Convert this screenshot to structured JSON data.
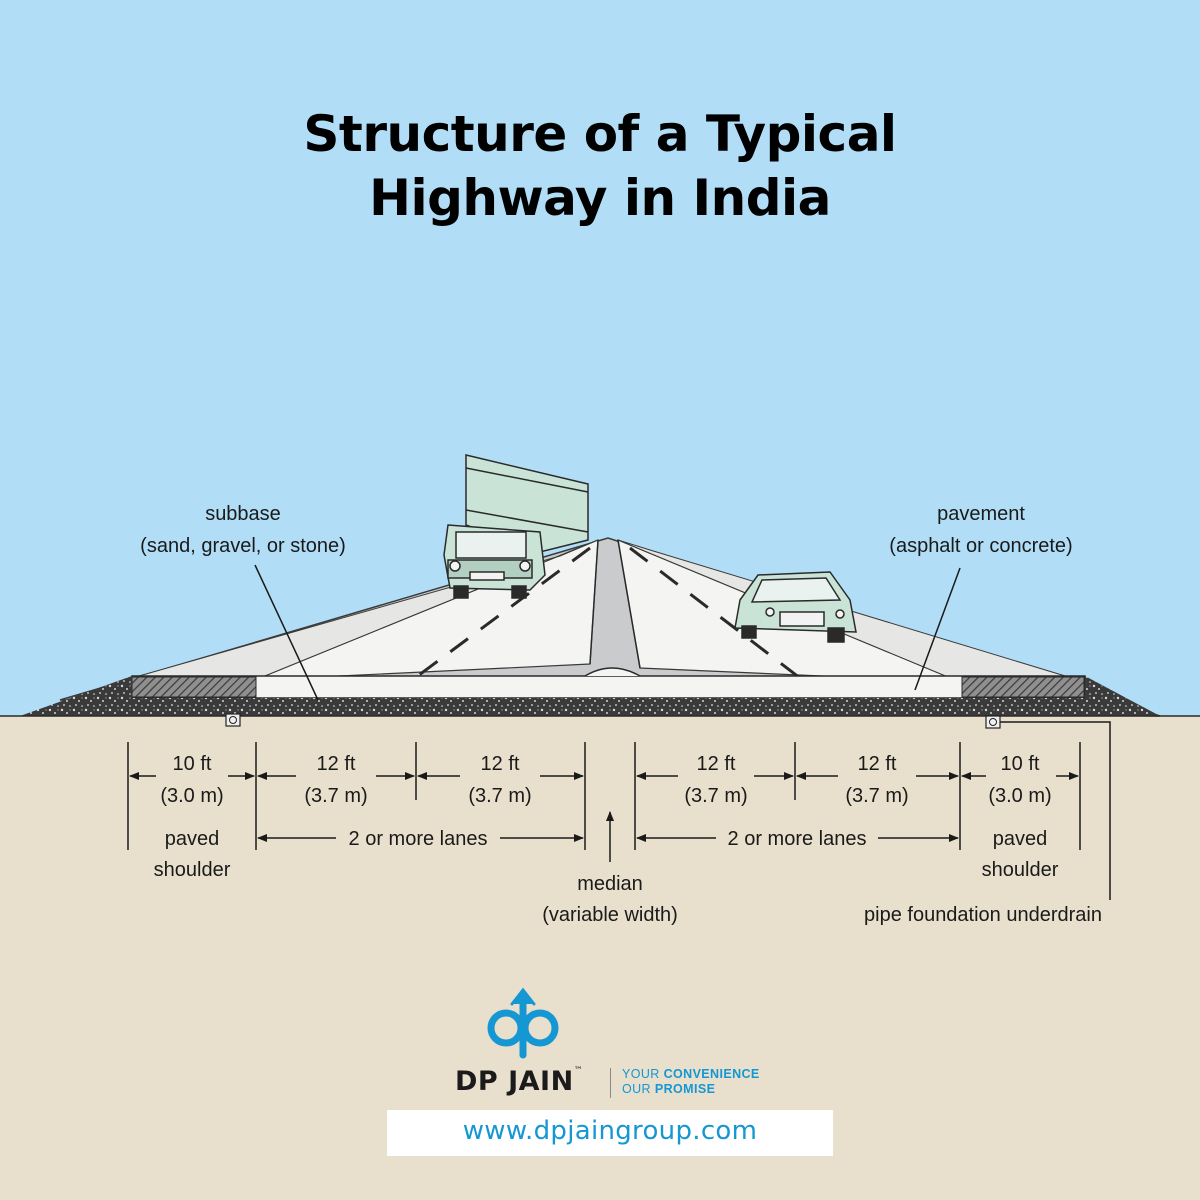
{
  "title": {
    "line1": "Structure of a Typical",
    "line2": "Highway in India"
  },
  "labels": {
    "subbase": "subbase",
    "subbase_detail": "(sand, gravel, or stone)",
    "pavement": "pavement",
    "pavement_detail": "(asphalt or concrete)",
    "median": "median",
    "median_detail": "(variable width)",
    "paved": "paved",
    "shoulder": "shoulder",
    "lanes": "2 or more lanes",
    "underdrain": "pipe foundation underdrain"
  },
  "dimensions": {
    "shoulder_ft": "10 ft",
    "shoulder_m": "(3.0 m)",
    "lane_ft": "12 ft",
    "lane_m": "(3.7 m)"
  },
  "brand": {
    "name": "DP JAIN",
    "tm": "™",
    "tagline_word1": "YOUR",
    "tagline_bold1": "CONVENIENCE",
    "tagline_word2": "OUR",
    "tagline_bold2": "PROMISE",
    "website": "www.dpjaingroup.com",
    "accent_color": "#1597d3",
    "logo_icon": "dp-jain-arrows-logo-icon"
  },
  "colors": {
    "sky": "#b1def6",
    "ground": "#e8dfcc",
    "pavement": "#f4f4f2",
    "embankment": "#c9cbcc",
    "vehicle": "#c9e3d6"
  }
}
